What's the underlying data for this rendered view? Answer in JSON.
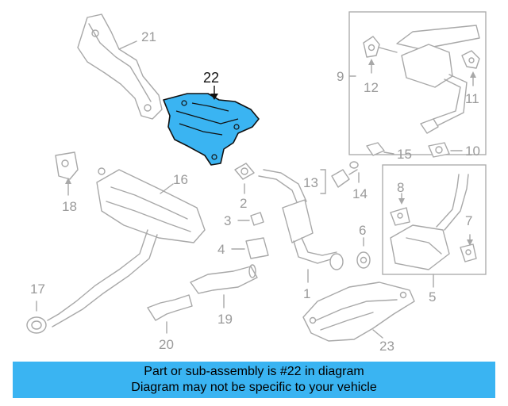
{
  "diagram": {
    "callouts": {
      "c1": "1",
      "c2": "2",
      "c3": "3",
      "c4": "4",
      "c5": "5",
      "c6": "6",
      "c7": "7",
      "c8": "8",
      "c9": "9",
      "c10": "10",
      "c11": "11",
      "c12": "12",
      "c13": "13",
      "c14": "14",
      "c15": "15",
      "c16": "16",
      "c17": "17",
      "c18": "18",
      "c19": "19",
      "c20": "20",
      "c21": "21",
      "c22": "22",
      "c23": "23"
    },
    "highlighted_part": "22",
    "highlight_color": "#3ab4f2",
    "line_color": "#a8a8a8"
  },
  "banner": {
    "line1": "Part or sub-assembly is #22 in diagram",
    "line2": "Diagram may not be specific to your vehicle",
    "background": "#3ab4f2"
  }
}
